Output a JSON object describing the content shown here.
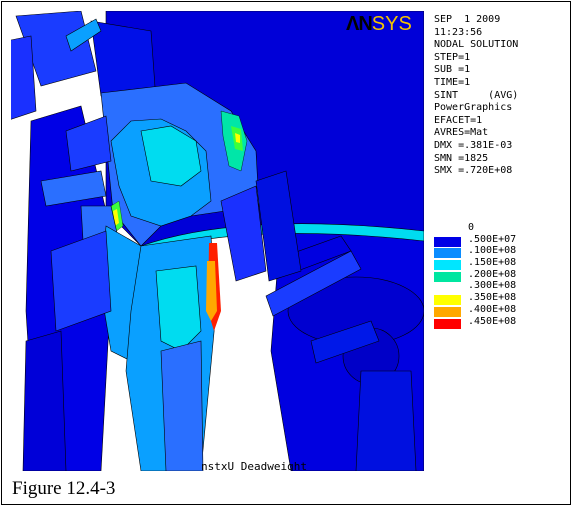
{
  "brand": {
    "logo_an": "ΛN",
    "logo_sys": "SYS"
  },
  "info_lines": [
    "SEP  1 2009",
    "11:23:56",
    "NODAL SOLUTION",
    "STEP=1",
    "SUB =1",
    "TIME=1",
    "SINT     (AVG)",
    "PowerGraphics",
    "EFACET=1",
    "AVRES=Mat",
    "DMX =.381E-03",
    "SMN =1825",
    "SMX =.720E+08"
  ],
  "legend": [
    {
      "label": "0",
      "color": ""
    },
    {
      "label": ".500E+07",
      "color": "#0000e6"
    },
    {
      "label": ".100E+08",
      "color": "#0a8cff"
    },
    {
      "label": ".150E+08",
      "color": "#00e6ff"
    },
    {
      "label": ".200E+08",
      "color": "#00e6a0"
    },
    {
      "label": ".300E+08",
      "color": ""
    },
    {
      "label": ".350E+08",
      "color": "#ffff00"
    },
    {
      "label": ".400E+08",
      "color": "#ffa800"
    },
    {
      "label": ".450E+08",
      "color": "#ff0000"
    }
  ],
  "plot_title": "nstxU Deadweight",
  "caption": "Figure 12.4-3",
  "colors": {
    "deep_blue": "#0000d8",
    "blue": "#1a3cff",
    "mid_blue": "#2a6fff",
    "light_blue": "#0aa0ff",
    "cyan": "#00dcf0",
    "aqua": "#00e6a8",
    "green": "#3cff3c",
    "yellow": "#ffff00",
    "orange": "#ffa800",
    "red": "#ff2000",
    "outline": "#000000"
  }
}
